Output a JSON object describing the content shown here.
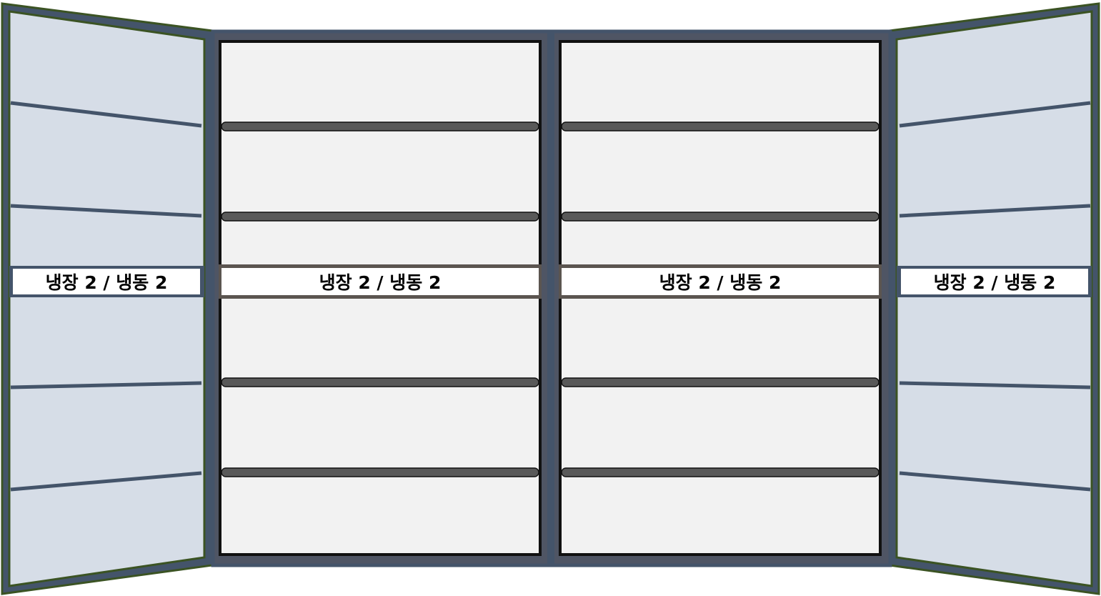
{
  "fridge": {
    "colors": {
      "door_fill": "#d6dde7",
      "door_outline": "#3b5323",
      "door_rim": "#44546a",
      "door_bin": "#44546a",
      "cabinet_frame": "#4f5564",
      "cabinet_edge": "#44546a",
      "compartment_fill": "#f2f2f2",
      "compartment_border": "#111111",
      "shelf_fill": "#595959",
      "divider_fill": "#5b5550",
      "label_background": "#ffffff",
      "label_text": "#000000"
    },
    "left_door": {
      "mode_label": "냉장 2 / 냉동 2"
    },
    "left_compartment": {
      "mode_label": "냉장 2 / 냉동 2"
    },
    "right_compartment": {
      "mode_label": "냉장 2 / 냉동 2"
    },
    "right_door": {
      "mode_label": "냉장 2 / 냉동 2"
    }
  }
}
